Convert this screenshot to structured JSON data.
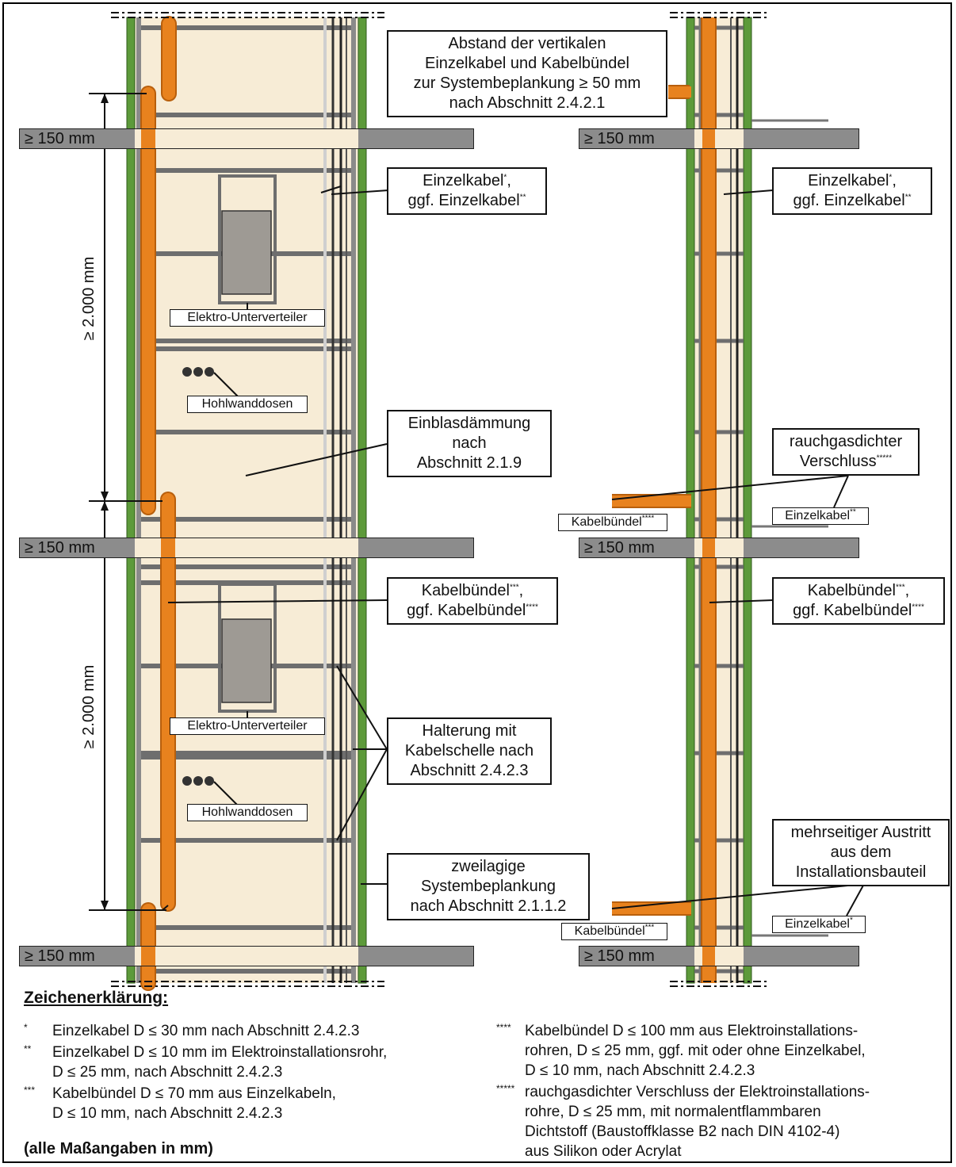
{
  "slab_label": "≥ 150 mm",
  "dimension_label": "≥ 2.000 mm",
  "labels": {
    "abstand": [
      "Abstand der vertikalen",
      "Einzelkabel und Kabelbündel",
      "zur Systembeplankung ≥ 50 mm",
      "nach Abschnitt 2.4.2.1"
    ],
    "einzelkabel_l1": "Einzelkabel",
    "einzelkabel_l1_sup": "*",
    "einzelkabel_l1_comma": ",",
    "einzelkabel_l2": "ggf. Einzelkabel",
    "einzelkabel_l2_sup": "**",
    "elektro": "Elektro-Unterverteiler",
    "hohlwand": "Hohlwanddosen",
    "einblas": [
      "Einblasdämmung",
      "nach",
      "Abschnitt 2.1.9"
    ],
    "kabelbuendel_l1": "Kabelbündel",
    "kabelbuendel_l1_sup": "***",
    "kabelbuendel_l2": "ggf. Kabelbündel",
    "kabelbuendel_l2_sup": "****",
    "halterung": [
      "Halterung mit",
      "Kabelschelle nach",
      "Abschnitt 2.4.2.3"
    ],
    "beplankung": [
      "zweilagige",
      "Systembeplankung",
      "nach Abschnitt 2.1.1.2"
    ],
    "rauch": [
      "rauchgasdichter",
      "Verschluss"
    ],
    "rauch_sup": "*****",
    "small_kb4": "Kabelbündel",
    "small_kb4_sup": "****",
    "small_kb3": "Kabelbündel",
    "small_kb3_sup": "***",
    "small_ek2": "Einzelkabel",
    "small_ek2_sup": "**",
    "small_ek1": "Einzelkabel",
    "small_ek1_sup": "*",
    "austritt": [
      "mehrseitiger Austritt",
      "aus dem",
      "Installationsbauteil"
    ]
  },
  "legend": {
    "title": "Zeichenerklärung:",
    "items_left": [
      {
        "mark": "*",
        "lines": [
          "Einzelkabel D ≤ 30 mm nach Abschnitt 2.4.2.3"
        ]
      },
      {
        "mark": "**",
        "lines": [
          "Einzelkabel D ≤ 10 mm im Elektroinstallationsrohr,",
          "D ≤ 25 mm, nach Abschnitt 2.4.2.3"
        ]
      },
      {
        "mark": "***",
        "lines": [
          "Kabelbündel D ≤ 70 mm aus Einzelkabeln,",
          "D ≤ 10 mm, nach Abschnitt 2.4.2.3"
        ]
      }
    ],
    "items_right": [
      {
        "mark": "****",
        "lines": [
          "Kabelbündel D ≤ 100 mm aus Elektroinstallations-",
          "rohren, D ≤ 25 mm, ggf. mit oder ohne Einzelkabel,",
          "D ≤ 10 mm, nach Abschnitt 2.4.2.3"
        ]
      },
      {
        "mark": "*****",
        "lines": [
          "rauchgasdichter Verschluss der Elektroinstallations-",
          "rohre, D ≤ 25 mm, mit normalentflammbaren",
          "Dichtstoff (Baustoffklasse B2 nach DIN 4102-4)",
          "aus Silikon oder Acrylat"
        ]
      }
    ],
    "units_note": "(alle Maßangaben in mm)"
  },
  "colors": {
    "pipe": "#e8821e",
    "pipe_edge": "#b85f0c",
    "panel": "#f7ecd6",
    "green_board": "#5d9a3a",
    "frame": "#7a7a7a",
    "slab": "#8c8c8c"
  }
}
